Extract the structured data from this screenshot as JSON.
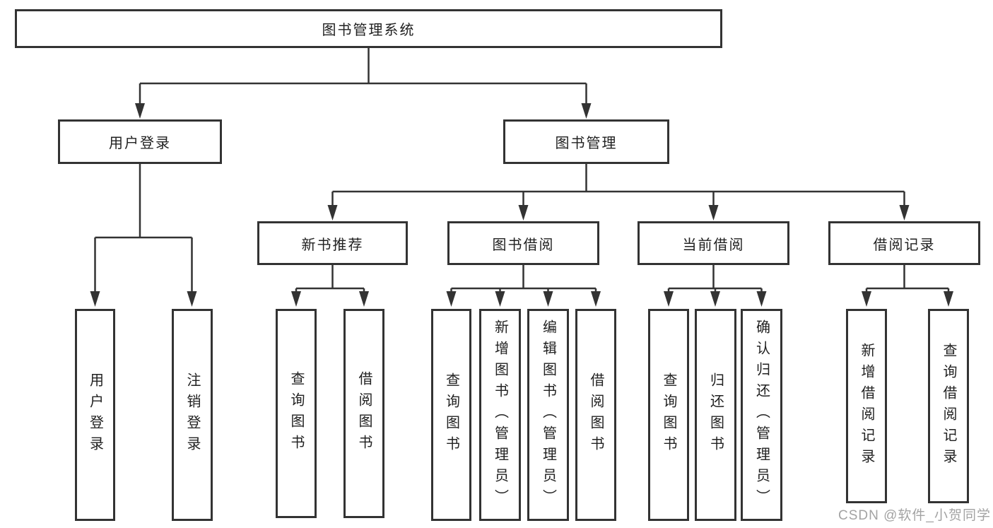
{
  "diagram_title": "图书管理系统",
  "colors": {
    "line": "#333333",
    "box_border": "#333333",
    "box_fill": "#ffffff",
    "text": "#212121",
    "background": "#ffffff",
    "watermark": "#a3a3a3"
  },
  "root": {
    "label": "图书管理系统"
  },
  "level2": [
    {
      "label": "用户登录"
    },
    {
      "label": "图书管理"
    }
  ],
  "level3": [
    {
      "label": "新书推荐"
    },
    {
      "label": "图书借阅"
    },
    {
      "label": "当前借阅"
    },
    {
      "label": "借阅记录"
    }
  ],
  "leaves": {
    "login": [
      "用户登录",
      "注销登录"
    ],
    "recommend": [
      "查询图书",
      "借阅图书"
    ],
    "borrow": [
      "查询图书",
      "新增图书（管理员）",
      "编辑图书（管理员）",
      "借阅图书"
    ],
    "current": [
      "查询图书",
      "归还图书",
      "确认归还（管理员）"
    ],
    "records": [
      "新增借阅记录",
      "查询借阅记录"
    ]
  },
  "watermark": "CSDN @软件_小贺同学"
}
